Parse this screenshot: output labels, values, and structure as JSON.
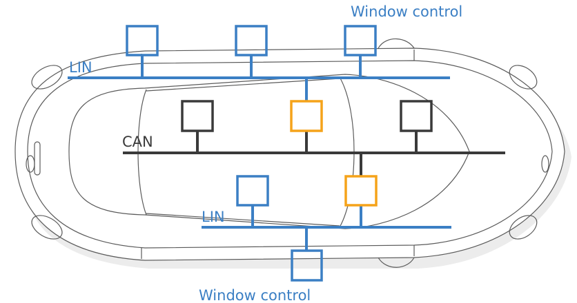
{
  "labels": {
    "window_top": "Window control",
    "window_bottom": "Window control",
    "lin_top": "LIN",
    "lin_bottom": "LIN",
    "can": "CAN"
  },
  "colors": {
    "lin": "#3b7fc4",
    "can": "#3a3a3a",
    "gateway": "#f5a31a",
    "car_outline": "#5a5a5a",
    "car_shadow": "#e8e8e8"
  }
}
